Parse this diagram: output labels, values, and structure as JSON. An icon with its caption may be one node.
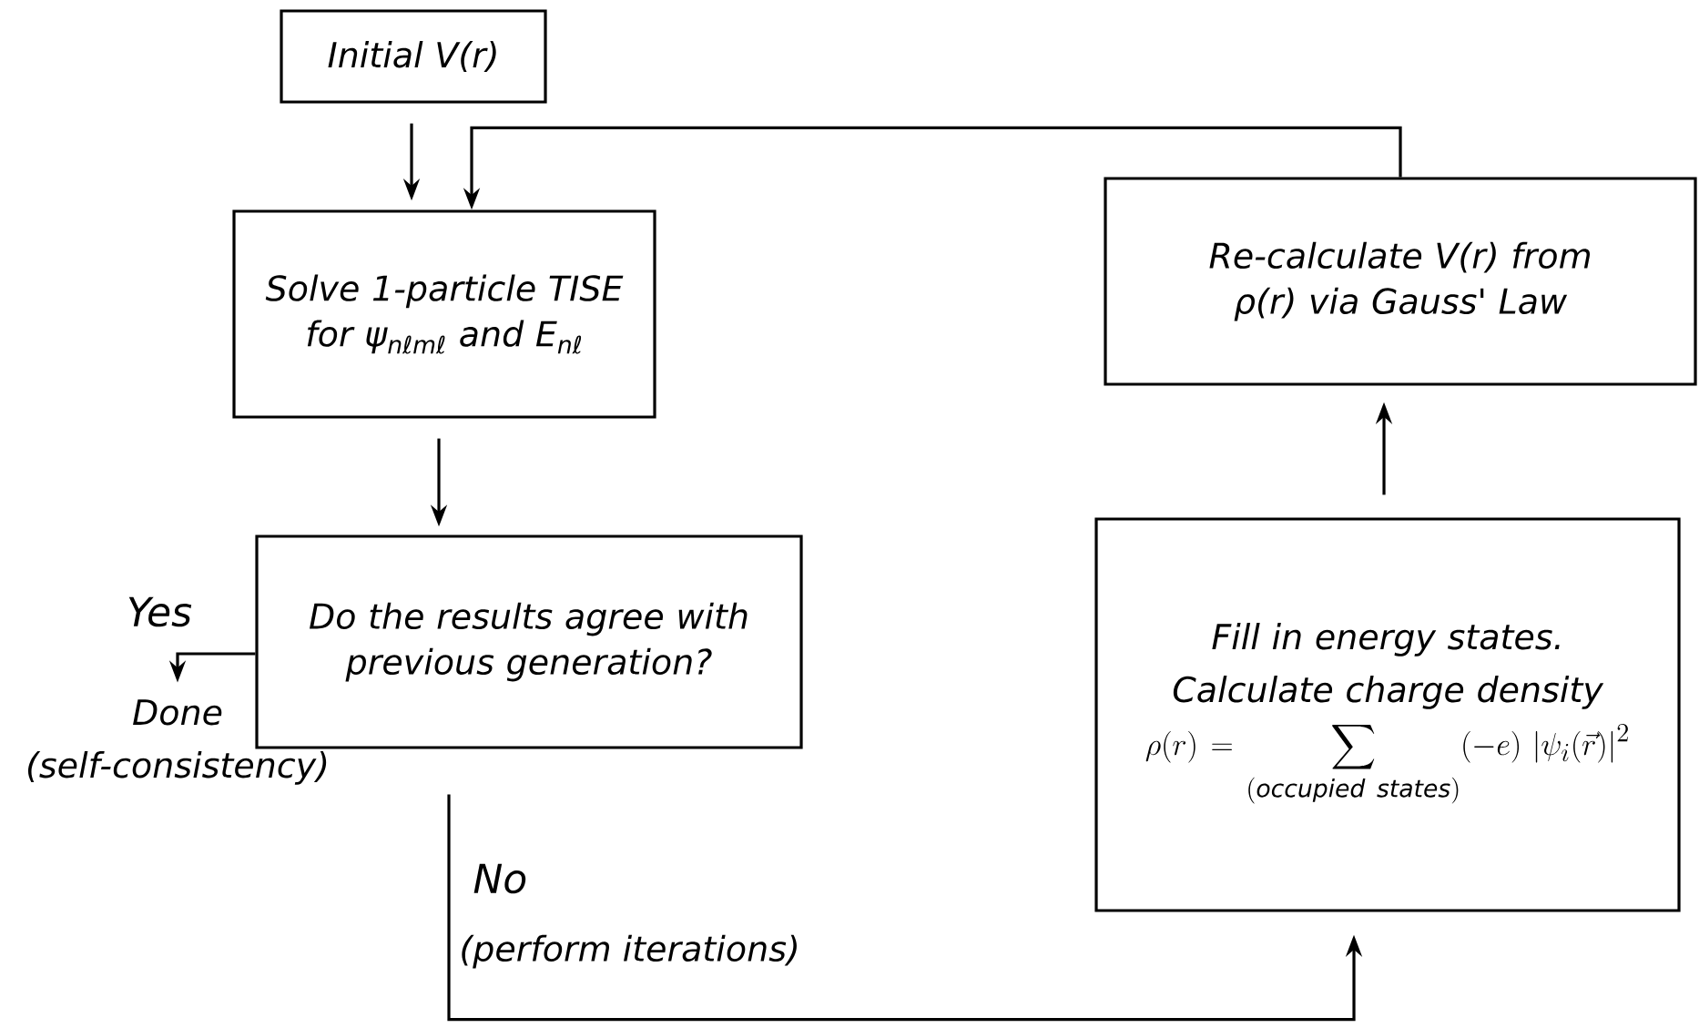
{
  "diagram": {
    "nodes": [
      {
        "text": [
          "Initial V(r)"
        ]
      },
      {
        "text": [
          "Solve 1-particle TISE for ψ$_{nℓmℓ}$ and E$_{nℓ}$"
        ]
      },
      {
        "text": [
          "Do the results agree with previous generation?"
        ]
      },
      {
        "text": [
          "Re-calculate V(r) from ρ(r) via Gauss' Law"
        ]
      },
      {
        "text": [
          "Fill in energy states.",
          "Calculate charge density",
          "\\rho(r) = \\sum_{(\\text{occupied states})} (-e)\\,\\left|\\psi_i(\\vec{r})\\right|^2"
        ]
      },
      {
        "text": [
          "Done",
          "(self-consistency)"
        ]
      }
    ],
    "edges": [
      {
        "from": 0,
        "to": 1,
        "arrow": "to"
      },
      {
        "from": 3,
        "to": 1,
        "arrow": "to"
      },
      {
        "from": 1,
        "to": 2,
        "arrow": "to"
      },
      {
        "from": 2,
        "to": 5,
        "arrow": "to",
        "label": "Yes"
      },
      {
        "from": 2,
        "to": 4,
        "arrow": "to",
        "label": "No"
      },
      {
        "from": 4,
        "to": 3,
        "arrow": "to"
      }
    ],
    "labels": [
      "(perform iterations)"
    ]
  }
}
